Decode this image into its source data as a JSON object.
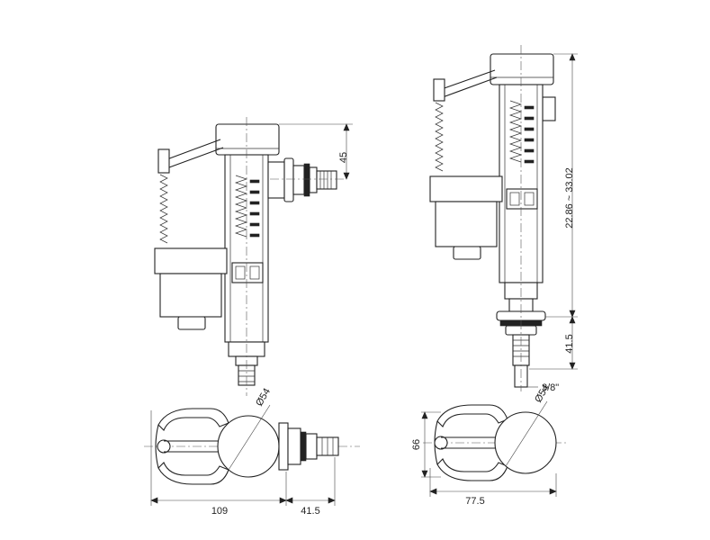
{
  "dimensions": {
    "side_left_height": "45",
    "side_right_range": "22.86 ~ 33.02",
    "side_right_shank": "41.5",
    "thread_size": "3/8\"",
    "top_left_diameter": "Ø54",
    "top_left_width": "109",
    "top_left_shank": "41.5",
    "top_right_diameter": "Ø54",
    "top_right_width": "77.5",
    "top_right_height": "66"
  }
}
